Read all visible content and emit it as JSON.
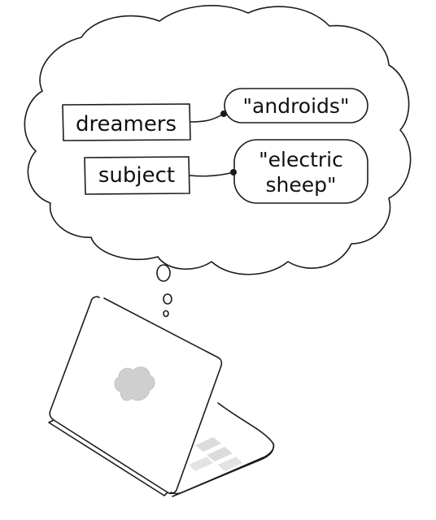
{
  "diagram": {
    "keys": [
      {
        "label": "dreamers"
      },
      {
        "label": "subject"
      }
    ],
    "values": [
      {
        "lines": [
          "\"androids\""
        ]
      },
      {
        "lines": [
          "\"electric",
          "sheep\""
        ]
      }
    ]
  },
  "colors": {
    "ink": "#1b1b1b",
    "paper": "#ffffff",
    "logo": "#cfcfcf",
    "keyboard": "#dcdcdc"
  },
  "icons": {
    "logo": "cloud-logo-icon"
  }
}
